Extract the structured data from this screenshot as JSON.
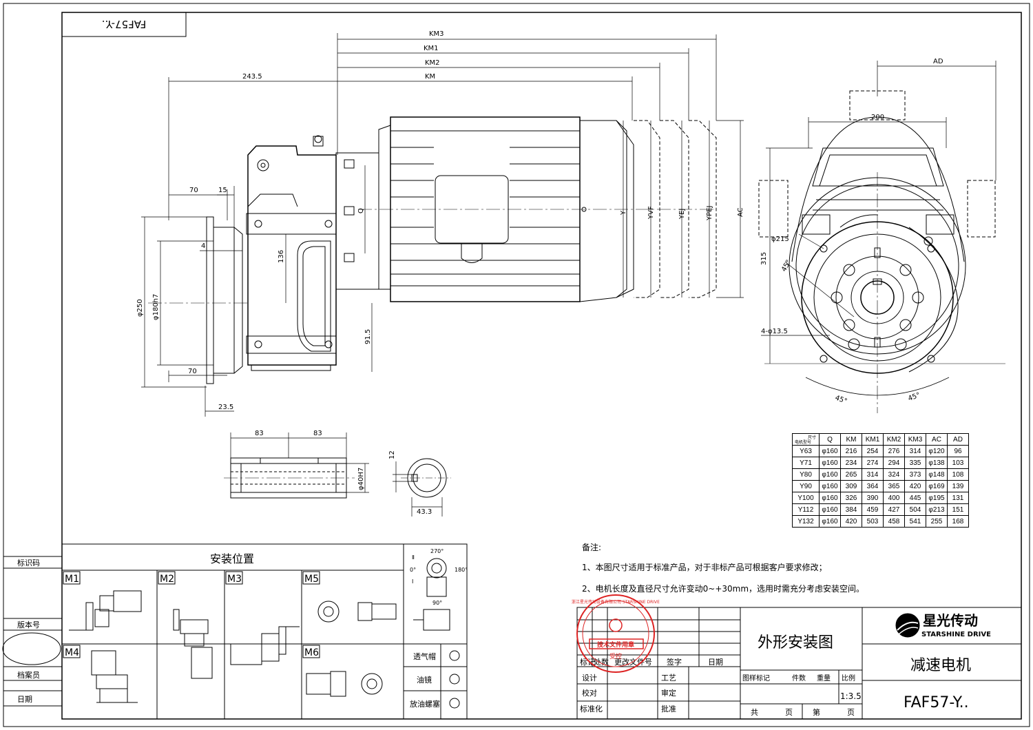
{
  "drawing_code": "FAF57-Y..",
  "dimensions": {
    "km3": "KM3",
    "km1": "KM1",
    "km2": "KM2",
    "km": "KM",
    "d243": "243.5",
    "d70a": "70",
    "d15": "15",
    "d4": "4",
    "d136": "136",
    "d250": "φ250",
    "d180": "φ180h7",
    "d915": "91.5",
    "d70b": "70",
    "d235": "23.5",
    "q": "Q",
    "y": "Y",
    "yvf": "YVF",
    "yej": "YEJ",
    "ypej": "YPEJ",
    "ac": "AC",
    "ad": "AD",
    "d200": "200",
    "d215": "φ215",
    "d45a": "45°",
    "d315": "315",
    "d4135": "4-φ13.5",
    "d45b": "45°",
    "d45c": "45°",
    "d83a": "83",
    "d83b": "83",
    "d40": "φ40H7",
    "d12": "12",
    "d433": "43.3"
  },
  "table": {
    "corner_top": "尺寸",
    "corner_bottom": "电机型号",
    "headers": [
      "Q",
      "KM",
      "KM1",
      "KM2",
      "KM3",
      "AC",
      "AD"
    ],
    "rows": [
      [
        "Y63",
        "φ160",
        "216",
        "254",
        "276",
        "314",
        "φ120",
        "96"
      ],
      [
        "Y71",
        "φ160",
        "234",
        "274",
        "294",
        "335",
        "φ138",
        "103"
      ],
      [
        "Y80",
        "φ160",
        "265",
        "314",
        "324",
        "373",
        "φ148",
        "108"
      ],
      [
        "Y90",
        "φ160",
        "309",
        "364",
        "365",
        "420",
        "φ169",
        "139"
      ],
      [
        "Y100",
        "φ160",
        "326",
        "390",
        "400",
        "445",
        "φ195",
        "131"
      ],
      [
        "Y112",
        "φ160",
        "384",
        "459",
        "427",
        "504",
        "φ213",
        "151"
      ],
      [
        "Y132",
        "φ160",
        "420",
        "503",
        "458",
        "541",
        "255",
        "168"
      ]
    ]
  },
  "notes": {
    "title": "备注:",
    "n1": "1、本图尺寸适用于标准产品，对于非标产品可根据客户要求修改；",
    "n2": "2、电机长度及直径尺寸允许变动0~+30mm，选用时需充分考虑安装空间。"
  },
  "mounting": {
    "title": "安装位置",
    "m1": "M1",
    "m2": "M2",
    "m3": "M3",
    "m4": "M4",
    "m5": "M5",
    "m6": "M6",
    "a270": "270°",
    "a0": "0°",
    "a90": "90°",
    "a180": "180°",
    "r1": "Ⅰ",
    "r2": "Ⅱ",
    "breather": "透气帽",
    "sight": "油镜",
    "drain": "放油螺塞"
  },
  "left_strip": {
    "id_code": "标识码",
    "version": "版本号",
    "archivist": "档案员",
    "date": "日期"
  },
  "title_block": {
    "mark": "标记",
    "location": "处数",
    "change_doc": "更改文件号",
    "sign": "签字",
    "date": "日期",
    "design": "设计",
    "check": "校对",
    "standard": "标准化",
    "process": "工艺",
    "review": "审定",
    "approve": "批准",
    "drawing_title": "外形安装图",
    "stage": "图样标记",
    "count": "件数",
    "weight": "重量",
    "scale": "比例",
    "scale_val": "1:3.5",
    "total": "共",
    "page": "页",
    "no": "第",
    "page2": "页",
    "brand_cn": "星光传动",
    "brand_en": "STARSHINE DRIVE",
    "product": "减速电机",
    "model": "FAF57-Y.."
  },
  "stamp": {
    "top": "技术文件用章",
    "mid": "受控",
    "ring": "浙江星光传动设备有限公司 STARSHINE DRIVE"
  }
}
